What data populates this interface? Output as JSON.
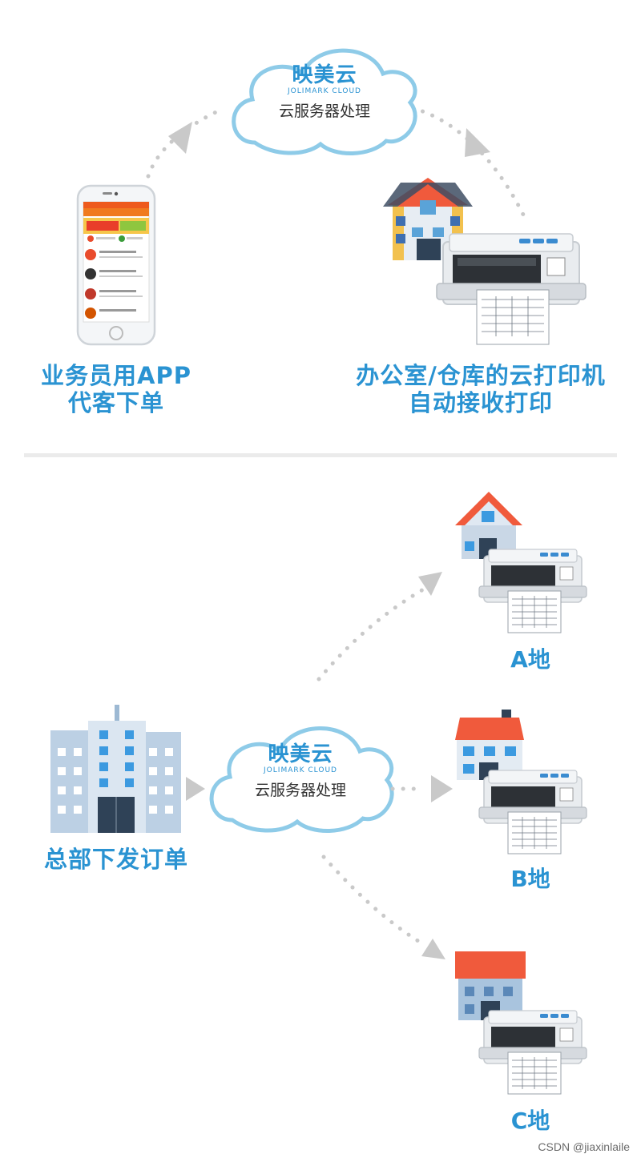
{
  "top": {
    "cloud": {
      "brand": "映美云",
      "brand_sub": "JOLIMARK CLOUD",
      "service": "云服务器处理"
    },
    "left_caption": {
      "line1": "业务员用APP",
      "line2": "代客下单"
    },
    "right_caption": {
      "line1": "办公室/仓库的云打印机",
      "line2": "自动接收打印"
    }
  },
  "bottom": {
    "cloud": {
      "brand": "映美云",
      "brand_sub": "JOLIMARK CLOUD",
      "service": "云服务器处理"
    },
    "hq_caption": "总部下发订单",
    "locations": [
      {
        "label": "A地"
      },
      {
        "label": "B地"
      },
      {
        "label": "C地"
      }
    ]
  },
  "watermark": "CSDN @jiaxinlaile",
  "colors": {
    "accent_blue": "#2a93d2",
    "cloud_outline": "#8ecbe8",
    "roof_red": "#f05a3c",
    "building_blue": "#a9c4de",
    "arrow_grey": "#c9c9c9"
  }
}
